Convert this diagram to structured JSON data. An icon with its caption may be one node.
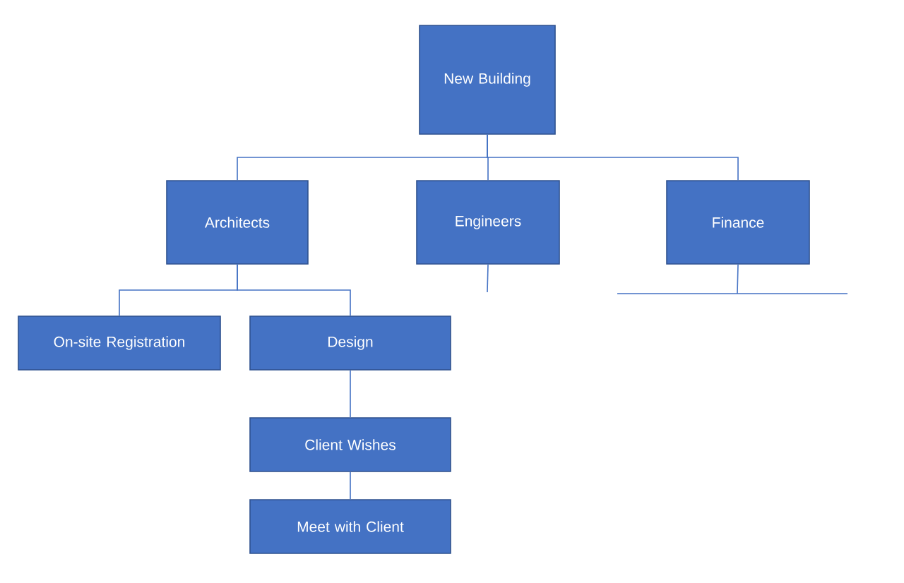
{
  "diagram": {
    "nodes": [
      {
        "text": [
          "New Building"
        ]
      },
      {
        "text": [
          "Architects"
        ]
      },
      {
        "text": [
          "Engineers"
        ]
      },
      {
        "text": [
          "Finance"
        ]
      },
      {
        "text": [
          "On-site Registration"
        ]
      },
      {
        "text": [
          "Design"
        ]
      },
      {
        "text": [
          "Client Wishes"
        ]
      },
      {
        "text": [
          "Meet with Client"
        ]
      }
    ],
    "edges": [
      {
        "from": 0,
        "to": 1,
        "arrow": "none"
      },
      {
        "from": 0,
        "to": 2,
        "arrow": "none"
      },
      {
        "from": 0,
        "to": 3,
        "arrow": "none"
      },
      {
        "from": 1,
        "to": 4,
        "arrow": "none"
      },
      {
        "from": 1,
        "to": 5,
        "arrow": "none"
      },
      {
        "from": 5,
        "to": 6,
        "arrow": "none"
      },
      {
        "from": 6,
        "to": 7,
        "arrow": "none"
      },
      {
        "from": 2,
        "to": null,
        "arrow": "none"
      },
      {
        "from": 3,
        "to": null,
        "arrow": "none"
      }
    ]
  }
}
